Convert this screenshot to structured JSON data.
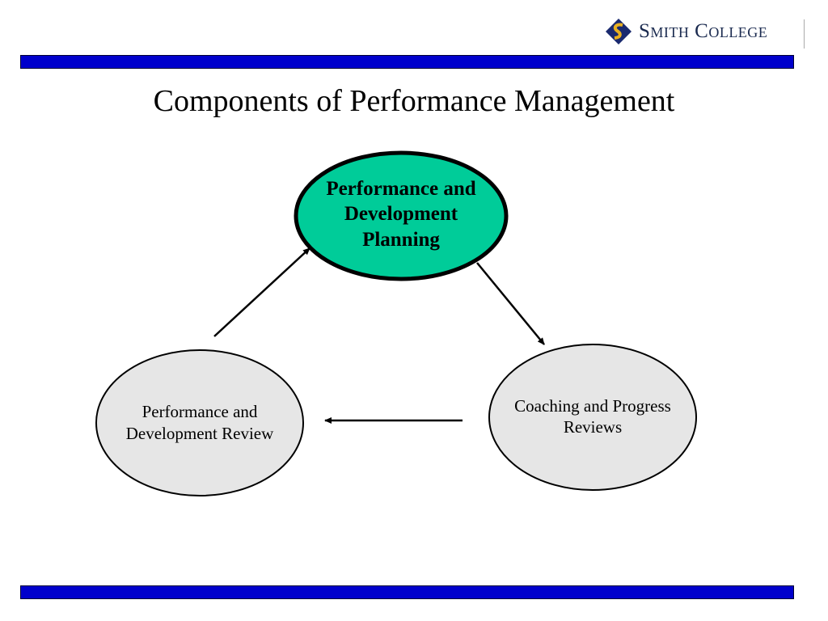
{
  "logo": {
    "text": "Smith College",
    "icon": "diamond-seal-icon"
  },
  "title": "Components of Performance Management",
  "colors": {
    "bars": "#0000cc",
    "primary_node": "#00cc99",
    "secondary_node": "#e6e6e6"
  },
  "nodes": {
    "planning": "Performance and Development Planning",
    "coaching": "Coaching and Progress Reviews",
    "review": "Performance and Development Review"
  },
  "edges": [
    {
      "from": "planning",
      "to": "coaching"
    },
    {
      "from": "coaching",
      "to": "review"
    },
    {
      "from": "review",
      "to": "planning"
    }
  ]
}
